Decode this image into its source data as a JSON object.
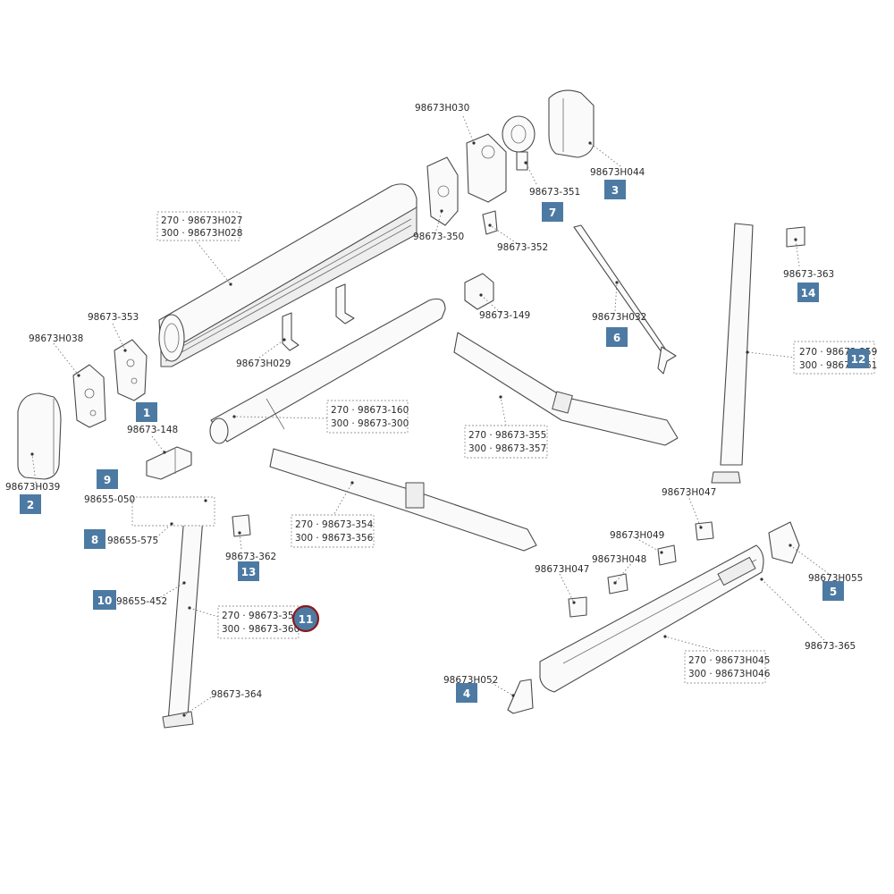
{
  "part_numbers": {
    "h030": "98673H030",
    "p351": "98673-351",
    "h044": "98673H044",
    "h027": "270 · 98673H027",
    "h028": "300 · 98673H028",
    "p350": "98673-350",
    "p352": "98673-352",
    "p353": "98673-353",
    "h038": "98673H038",
    "p363": "98673-363",
    "p149": "98673-149",
    "h032": "98673H032",
    "h029": "98673H029",
    "p359": "270 · 98673-359",
    "p361": "300 · 98673-361",
    "p160": "270 · 98673-160",
    "p300": "300 · 98673-300",
    "p355": "270 · 98673-355",
    "p357": "300 · 98673-357",
    "p148": "98673-148",
    "h039": "98673H039",
    "p050": "98655-050",
    "p575": "98655-575",
    "p362": "98673-362",
    "p354": "270 · 98673-354",
    "p356": "300 · 98673-356",
    "h047a": "98673H047",
    "h049": "98673H049",
    "h048": "98673H048",
    "h047b": "98673H047",
    "h055": "98673H055",
    "p452": "98655-452",
    "p358": "270 · 98673-358",
    "p360": "300 · 98673-360",
    "p365": "98673-365",
    "h045": "270 · 98673H045",
    "h046": "300 · 98673H046",
    "h052": "98673H052",
    "p364": "98673-364"
  },
  "badges": {
    "b1": "1",
    "b2": "2",
    "b3": "3",
    "b4": "4",
    "b5": "5",
    "b6": "6",
    "b7": "7",
    "b8": "8",
    "b9": "9",
    "b10": "10",
    "b11": "11",
    "b12": "12",
    "b13": "13",
    "b14": "14"
  },
  "colors": {
    "badge": "#4d7aa3",
    "highlight_ring": "#8b1a1a"
  }
}
